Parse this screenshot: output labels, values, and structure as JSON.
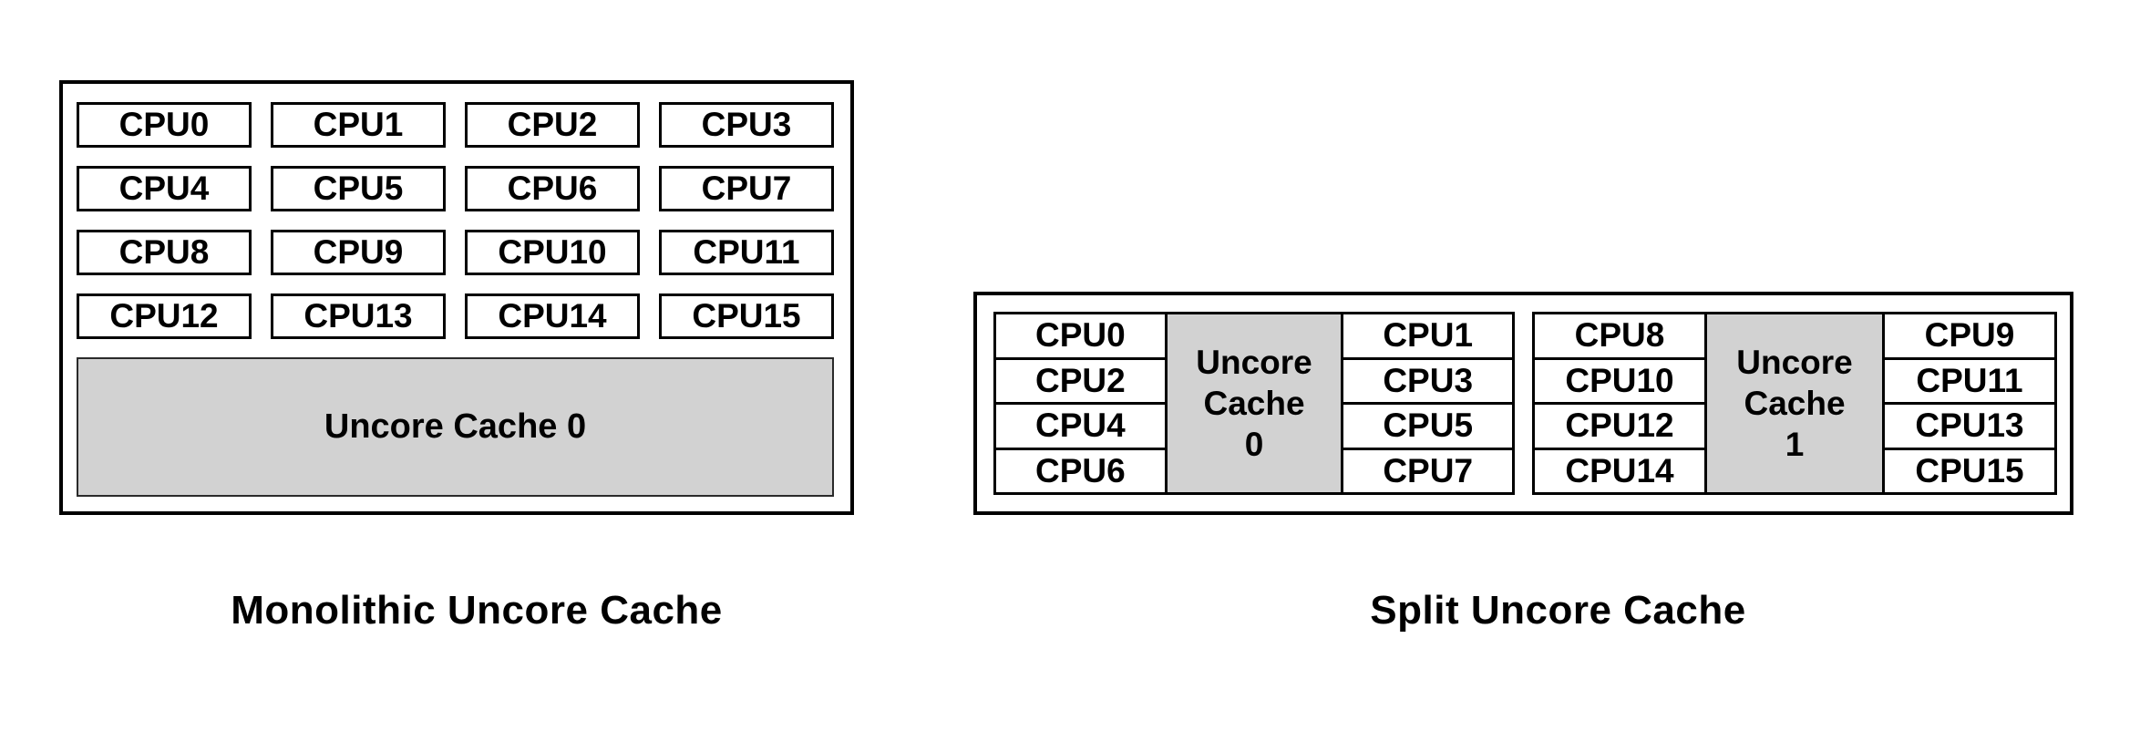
{
  "figure": {
    "background": "#ffffff",
    "border_color": "#000000",
    "cache_fill": "#d2d2d2",
    "text_color": "#000000"
  },
  "monolithic": {
    "caption": "Monolithic Uncore Cache",
    "cpu_labels": [
      "CPU0",
      "CPU1",
      "CPU2",
      "CPU3",
      "CPU4",
      "CPU5",
      "CPU6",
      "CPU7",
      "CPU8",
      "CPU9",
      "CPU10",
      "CPU11",
      "CPU12",
      "CPU13",
      "CPU14",
      "CPU15"
    ],
    "cache_label": "Uncore Cache 0"
  },
  "split": {
    "caption": "Split Uncore Cache",
    "groups": [
      {
        "left_cpus": [
          "CPU0",
          "CPU2",
          "CPU4",
          "CPU6"
        ],
        "cache_lines": [
          "Uncore",
          "Cache",
          "0"
        ],
        "right_cpus": [
          "CPU1",
          "CPU3",
          "CPU5",
          "CPU7"
        ]
      },
      {
        "left_cpus": [
          "CPU8",
          "CPU10",
          "CPU12",
          "CPU14"
        ],
        "cache_lines": [
          "Uncore",
          "Cache",
          "1"
        ],
        "right_cpus": [
          "CPU9",
          "CPU11",
          "CPU13",
          "CPU15"
        ]
      }
    ]
  }
}
